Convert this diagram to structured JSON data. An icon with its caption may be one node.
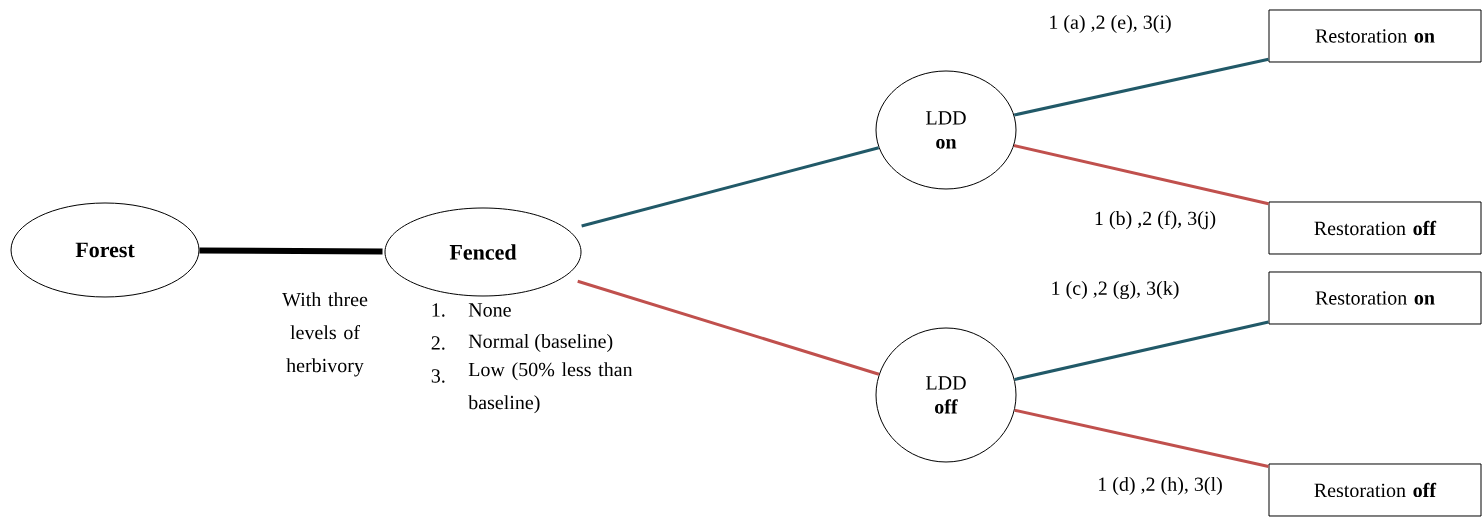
{
  "diagram": {
    "nodes": [
      {
        "text": [
          "Forest"
        ]
      },
      {
        "text": [
          "Fenced"
        ]
      },
      {
        "text": [
          "LDD **on**"
        ]
      },
      {
        "text": [
          "Restoration **on**"
        ]
      },
      {
        "text": [
          "Restoration **off**"
        ]
      },
      {
        "text": [
          "LDD **off**"
        ]
      },
      {
        "text": [
          "Restoration **on**"
        ]
      },
      {
        "text": [
          "Restoration **off**"
        ]
      }
    ],
    "edges": [
      {
        "from": 0,
        "to": 1,
        "arrow": "none",
        "style": "thick",
        "color": "#000000"
      },
      {
        "from": 1,
        "to": 2,
        "arrow": "none",
        "color": "#215968"
      },
      {
        "from": 1,
        "to": 5,
        "arrow": "none",
        "color": "#c0504d"
      },
      {
        "from": 2,
        "to": 3,
        "arrow": "none",
        "label": "1 (a) ,2 (e), 3(i)",
        "color": "#215968"
      },
      {
        "from": 2,
        "to": 4,
        "arrow": "none",
        "label": "1 (b) ,2 (f), 3(j)",
        "color": "#c0504d"
      },
      {
        "from": 5,
        "to": 6,
        "arrow": "none",
        "label": "1 (c) ,2 (g), 3(k)",
        "color": "#215968"
      },
      {
        "from": 5,
        "to": 7,
        "arrow": "none",
        "label": "1 (d) ,2 (h), 3(l)",
        "color": "#c0504d"
      }
    ],
    "labels": [
      "With three levels of herbivory",
      "1.",
      "None",
      "2.",
      "Normal (baseline)",
      "3.",
      "Low (50% less than baseline)"
    ]
  }
}
